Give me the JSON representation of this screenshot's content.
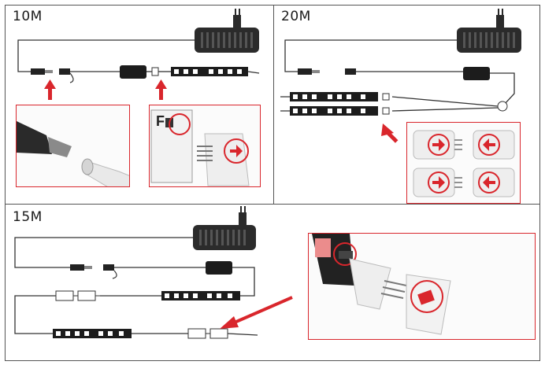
{
  "panels": {
    "p10": {
      "label": "10M"
    },
    "p20": {
      "label": "20M"
    },
    "p15": {
      "label": "15M"
    }
  },
  "colors": {
    "accent": "#d9262c",
    "line": "#333333",
    "border": "#555555"
  },
  "icons": {
    "arrow": "red-arrow-icon",
    "adapter": "power-adapter-icon",
    "strip": "led-strip-icon"
  }
}
